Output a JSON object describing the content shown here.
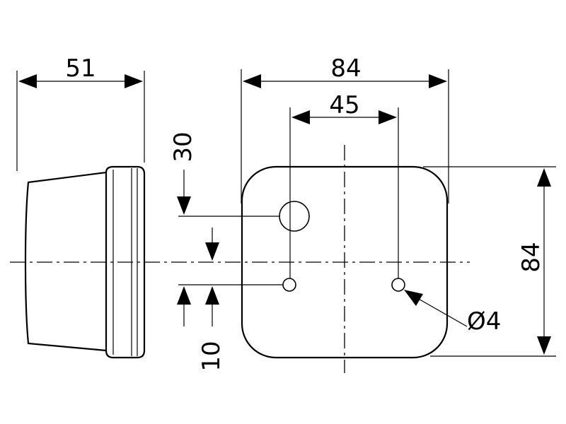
{
  "dimensions": {
    "depth": "51",
    "width_overall": "84",
    "hole_spacing": "45",
    "bolt_offset_upper": "30",
    "bolt_offset_lower": "10",
    "height_overall": "84",
    "hole_diameter": "Ø4"
  }
}
